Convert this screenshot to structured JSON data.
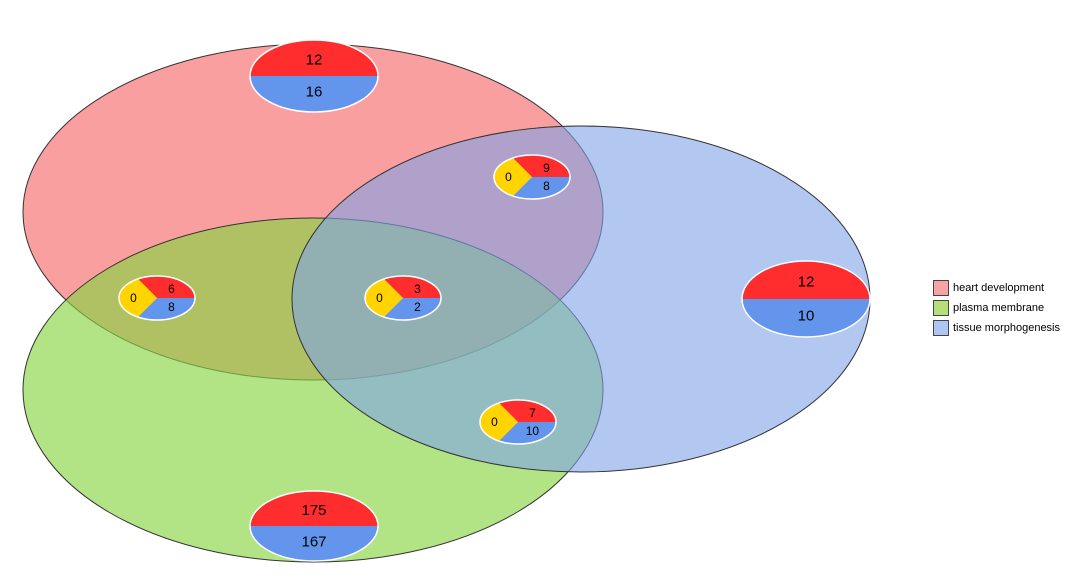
{
  "colors": {
    "heart": "#F87171",
    "plasma": "#88D444",
    "tissue": "#7FA3E8",
    "pie_red": "#FF2D2D",
    "pie_blue": "#6495ED",
    "pie_yellow": "#FFD400"
  },
  "legend": [
    {
      "label": "heart development",
      "color": "#F9A4A4"
    },
    {
      "label": "plasma membrane",
      "color": "#B4E07C"
    },
    {
      "label": "tissue morphogenesis",
      "color": "#AFC6F2"
    }
  ],
  "regions": [
    {
      "id": "heart-only",
      "red": "12",
      "blue": "16"
    },
    {
      "id": "tissue-only",
      "red": "12",
      "blue": "10"
    },
    {
      "id": "plasma-only",
      "red": "175",
      "blue": "167"
    },
    {
      "id": "heart-tissue",
      "yellow": "0",
      "red": "9",
      "blue": "8"
    },
    {
      "id": "heart-plasma",
      "yellow": "0",
      "red": "6",
      "blue": "8"
    },
    {
      "id": "all-three",
      "yellow": "0",
      "red": "3",
      "blue": "2"
    },
    {
      "id": "plasma-tissue",
      "yellow": "0",
      "red": "7",
      "blue": "10"
    }
  ]
}
